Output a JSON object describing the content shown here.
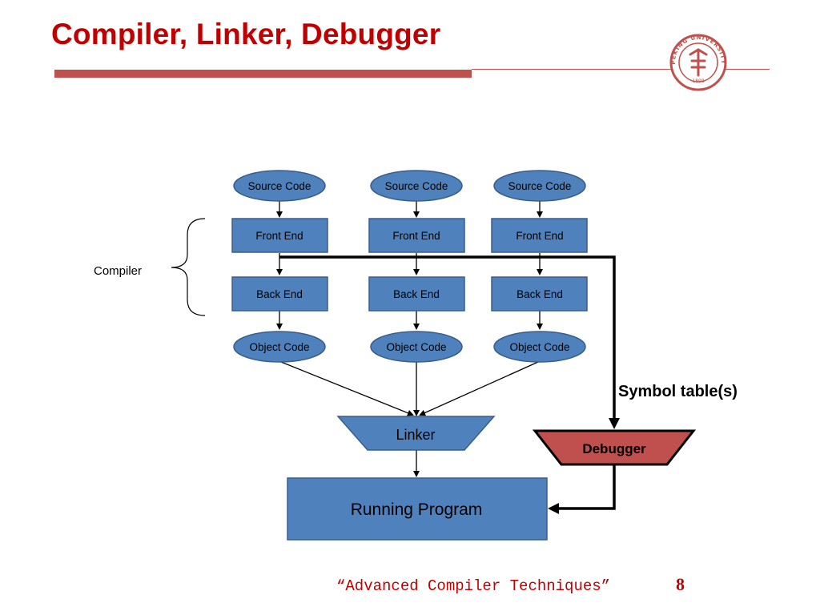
{
  "slide": {
    "title": "Compiler, Linker, Debugger",
    "footer": "“Advanced Compiler Techniques”",
    "page_number": "8"
  },
  "logo": {
    "ring_text": "PEKING UNIVERSITY",
    "year": "1898"
  },
  "diagram": {
    "source_labels": [
      "Source Code",
      "Source Code",
      "Source Code"
    ],
    "front_labels": [
      "Front End",
      "Front End",
      "Front End"
    ],
    "back_labels": [
      "Back End",
      "Back End",
      "Back End"
    ],
    "object_labels": [
      "Object Code",
      "Object Code",
      "Object Code"
    ],
    "compiler_label": "Compiler",
    "linker_label": "Linker",
    "debugger_label": "Debugger",
    "running_label": "Running Program",
    "symbol_label": "Symbol table(s)"
  },
  "colors": {
    "title": "#c00000",
    "rule": "#c0504d",
    "node_fill": "#4f81bd",
    "node_stroke": "#385d8a",
    "debugger_fill": "#c0504d"
  }
}
